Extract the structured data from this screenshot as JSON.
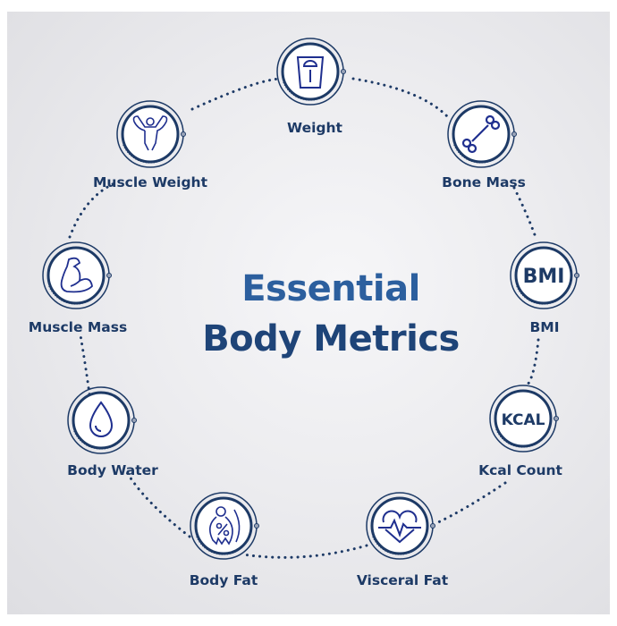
{
  "title": {
    "line1": "Essential",
    "line2": "Body Metrics"
  },
  "colors": {
    "title_light": "#2c5f9e",
    "title_dark": "#1e4478",
    "label": "#1d3a66",
    "icon_stroke": "#1f2f8f",
    "ring": "#1d3a66"
  },
  "metrics": [
    {
      "label": "Weight",
      "icon": "scale-icon"
    },
    {
      "label": "Bone Mass",
      "icon": "bone-icon"
    },
    {
      "label": "BMI",
      "icon": "bmi-text-icon",
      "icon_text": "BMI"
    },
    {
      "label": "Kcal Count",
      "icon": "kcal-text-icon",
      "icon_text": "KCAL"
    },
    {
      "label": "Visceral Fat",
      "icon": "heartbeat-icon"
    },
    {
      "label": "Body Fat",
      "icon": "body-fat-icon"
    },
    {
      "label": "Body Water",
      "icon": "water-drop-icon"
    },
    {
      "label": "Muscle Mass",
      "icon": "flexed-arm-icon"
    },
    {
      "label": "Muscle Weight",
      "icon": "bodybuilder-icon"
    }
  ]
}
